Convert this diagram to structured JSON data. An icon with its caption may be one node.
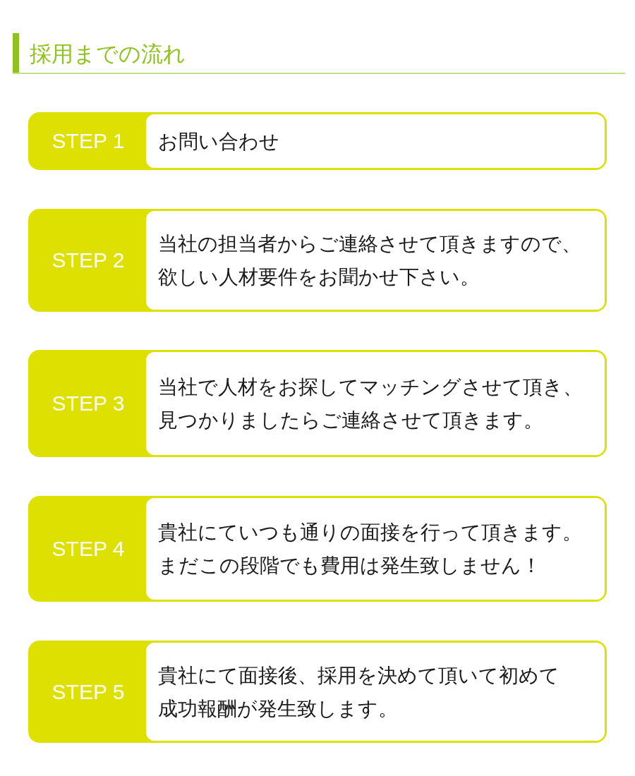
{
  "diagram": {
    "title": "採用までの流れ",
    "nodes": [
      {
        "text": [
          "STEP 1",
          "お問い合わせ"
        ]
      },
      {
        "text": [
          "STEP 2",
          "当社の担当者からご連絡させて頂きますので、欲しい人材要件をお聞かせ下さい。"
        ]
      },
      {
        "text": [
          "STEP 3",
          "当社で人材をお探してマッチングさせて頂き、見つかりましたらご連絡させて頂きます。"
        ]
      },
      {
        "text": [
          "STEP 4",
          "貴社にていつも通りの面接を行って頂きます。まだこの段階でも費用は発生致しません！"
        ]
      },
      {
        "text": [
          "STEP 5",
          "貴社にて面接後、採用を決めて頂いて初めて成功報酬が発生致します。"
        ]
      }
    ]
  }
}
